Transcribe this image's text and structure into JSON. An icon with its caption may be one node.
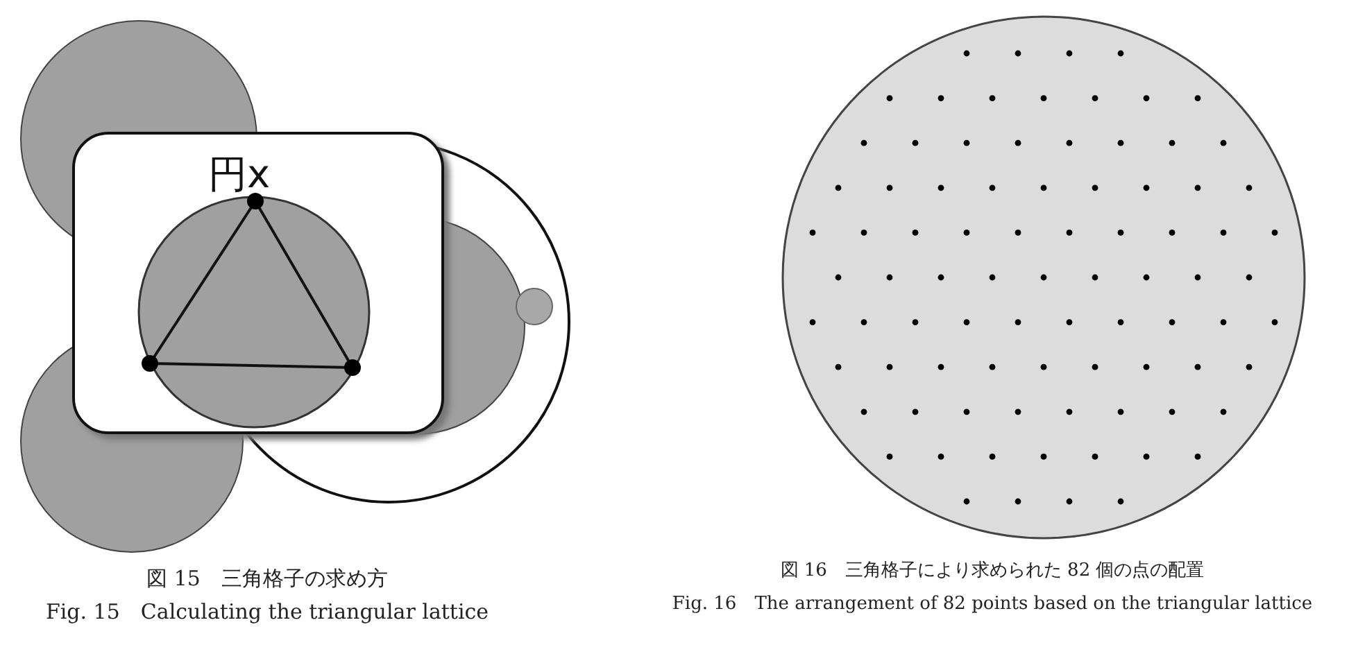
{
  "diagram": {
    "nodes": [
      {
        "text": [
          "円x"
        ]
      }
    ],
    "edges": [],
    "labels": [
      "図 15　三角格子の求め方",
      "Fig. 15　Calculating the triangular lattice",
      "図 16　三角格子により求められた 82 個の点の配置",
      "Fig. 16　The arrangement of 82 points based on the triangular lattice"
    ]
  }
}
